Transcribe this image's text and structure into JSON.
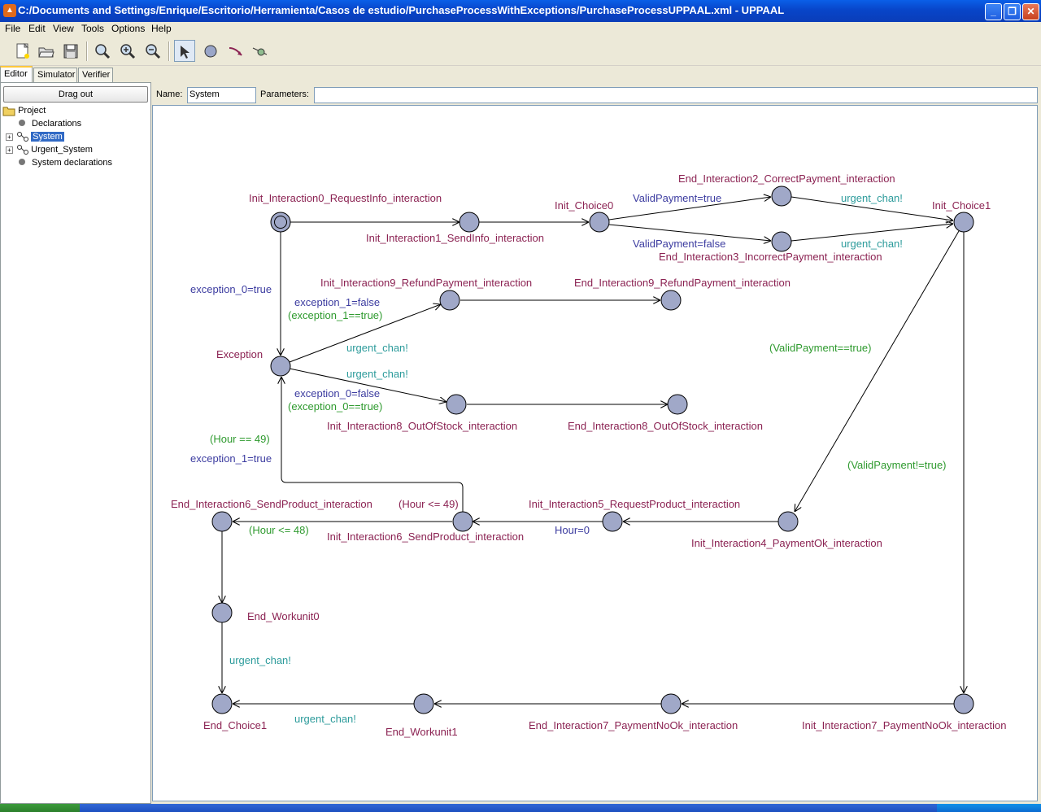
{
  "window": {
    "title": "C:/Documents and Settings/Enrique/Escritorio/Herramienta/Casos de estudio/PurchaseProcessWithExceptions/PurchaseProcessUPPAAL.xml - UPPAAL",
    "minimize": "_",
    "maximize": "❐",
    "close": "✕"
  },
  "menu": [
    "File",
    "Edit",
    "View",
    "Tools",
    "Options",
    "Help"
  ],
  "toolbar": {
    "icons": [
      "new-document-icon",
      "open-folder-icon",
      "save-icon",
      "zoom-fit-icon",
      "zoom-in-icon",
      "zoom-out-icon",
      "select-tool-icon",
      "add-location-icon",
      "add-edge-icon",
      "add-nail-icon"
    ]
  },
  "tabs": [
    {
      "label": "Editor",
      "active": true
    },
    {
      "label": "Simulator",
      "active": false
    },
    {
      "label": "Verifier",
      "active": false
    }
  ],
  "left": {
    "drag_out": "Drag out",
    "tree": [
      {
        "label": "Project",
        "kind": "folder"
      },
      {
        "label": "Declarations",
        "kind": "leaf"
      },
      {
        "label": "System",
        "kind": "template",
        "selected": true
      },
      {
        "label": "Urgent_System",
        "kind": "template"
      },
      {
        "label": "System declarations",
        "kind": "leaf"
      }
    ]
  },
  "editor": {
    "name_label": "Name:",
    "name_value": "System",
    "params_label": "Parameters:",
    "params_value": ""
  },
  "diagram": {
    "locations": [
      {
        "id": "l0",
        "name": "Init_Interaction0_RequestInfo_interaction",
        "initial": true
      },
      {
        "id": "l1",
        "name": "Init_Interaction1_SendInfo_interaction"
      },
      {
        "id": "l2",
        "name": "Init_Choice0"
      },
      {
        "id": "l3",
        "name": "End_Interaction2_CorrectPayment_interaction"
      },
      {
        "id": "l4",
        "name": "End_Interaction3_IncorrectPayment_interaction"
      },
      {
        "id": "l5",
        "name": "Init_Choice1"
      },
      {
        "id": "l6",
        "name": "Exception"
      },
      {
        "id": "l7",
        "name": "Init_Interaction9_RefundPayment_interaction"
      },
      {
        "id": "l8",
        "name": "End_Interaction9_RefundPayment_interaction"
      },
      {
        "id": "l9",
        "name": "Init_Interaction8_OutOfStock_interaction"
      },
      {
        "id": "l10",
        "name": "End_Interaction8_OutOfStock_interaction"
      },
      {
        "id": "l11",
        "name": "End_Interaction6_SendProduct_interaction"
      },
      {
        "id": "l12",
        "name": "Init_Interaction6_SendProduct_interaction"
      },
      {
        "id": "l13",
        "name": "Init_Interaction5_RequestProduct_interaction"
      },
      {
        "id": "l14",
        "name": "Init_Interaction4_PaymentOk_interaction"
      },
      {
        "id": "l15",
        "name": "End_Workunit0"
      },
      {
        "id": "l16",
        "name": "End_Choice1"
      },
      {
        "id": "l17",
        "name": "End_Workunit1"
      },
      {
        "id": "l18",
        "name": "End_Interaction7_PaymentNoOk_interaction"
      },
      {
        "id": "l19",
        "name": "Init_Interaction7_PaymentNoOk_interaction"
      }
    ],
    "labels": {
      "valid_true": "ValidPayment=true",
      "valid_false": "ValidPayment=false",
      "urgent_1": "urgent_chan!",
      "urgent_2": "urgent_chan!",
      "exc0_true": "exception_0=true",
      "exc1_false": "exception_1=false",
      "exc1_guard": "(exception_1==true)",
      "urgent_3": "urgent_chan!",
      "urgent_4": "urgent_chan!",
      "exc0_false": "exception_0=false",
      "exc0_guard": "(exception_0==true)",
      "valid_guard": "(ValidPayment==true)",
      "hour49": "(Hour == 49)",
      "exc1_true": "exception_1=true",
      "valid_notguard": "(ValidPayment!=true)",
      "hour_le49": "(Hour <= 49)",
      "hour_le48": "(Hour <= 48)",
      "hour0": "Hour=0",
      "urgent_5": "urgent_chan!",
      "urgent_6": "urgent_chan!"
    }
  }
}
